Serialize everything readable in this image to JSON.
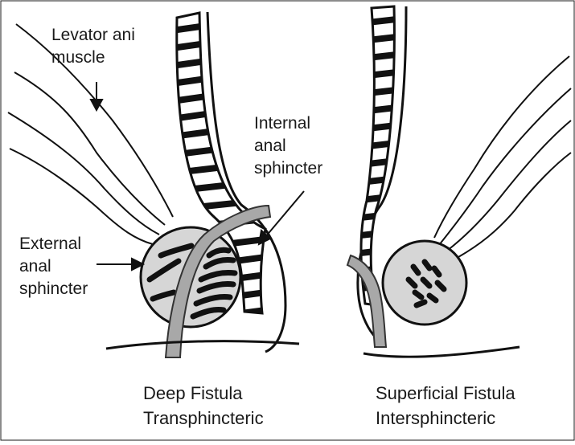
{
  "labels": {
    "levator": [
      "Levator ani",
      "muscle"
    ],
    "internal": [
      "Internal",
      "anal",
      "sphincter"
    ],
    "external": [
      "External",
      "anal",
      "sphincter"
    ]
  },
  "captions": {
    "deep": [
      "Deep Fistula",
      "Transphincteric"
    ],
    "superficial": [
      "Superficial Fistula",
      "Intersphincteric"
    ]
  },
  "colors": {
    "ink": "#111111",
    "sphincter_fill": "#d6d6d6",
    "fistula_fill": "#a8a8a8",
    "background": "#ffffff"
  }
}
